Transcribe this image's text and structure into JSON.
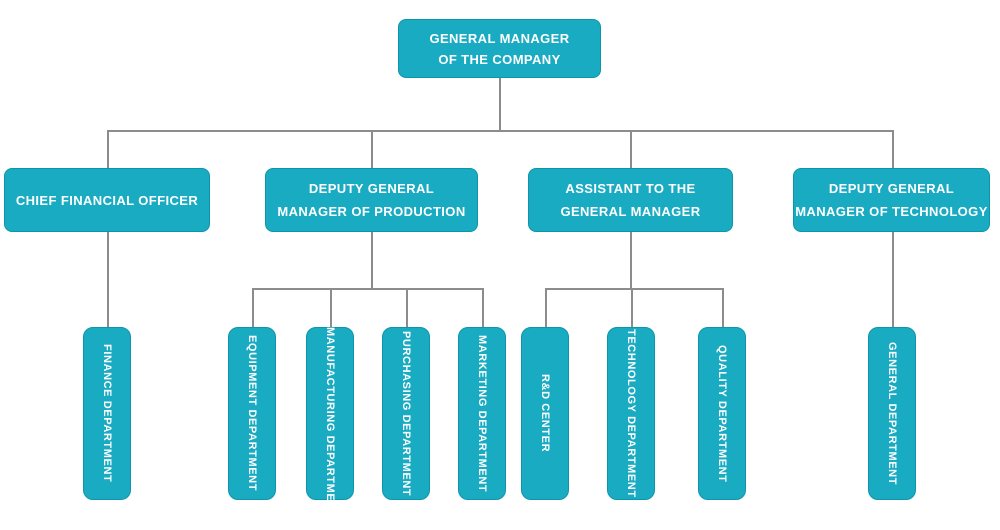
{
  "diagram": {
    "type": "org-chart",
    "nodes": {
      "general_manager": {
        "line1": "GENERAL MANAGER",
        "line2": "OF THE COMPANY"
      },
      "cfo": {
        "line1": "CHIEF FINANCIAL OFFICER"
      },
      "dgm_production": {
        "line1": "DEPUTY GENERAL",
        "line2": "MANAGER OF PRODUCTION"
      },
      "assistant_gm": {
        "line1": "ASSISTANT TO THE",
        "line2": "GENERAL MANAGER"
      },
      "dgm_technology": {
        "line1": "DEPUTY GENERAL",
        "line2": "MANAGER OF TECHNOLOGY"
      },
      "finance": {
        "label": "FINANCE DEPARTMENT"
      },
      "equipment": {
        "label": "EQUIPMENT DEPARTMENT"
      },
      "manufacturing": {
        "label": "MANUFACTURING DEPARTMENT"
      },
      "purchasing": {
        "label": "PURCHASING DEPARTMENT"
      },
      "marketing": {
        "label": "MARKETING DEPARTMENT"
      },
      "rd_center": {
        "label": "R&D CENTER"
      },
      "technology": {
        "label": "TECHNOLOGY DEPARTMENT"
      },
      "quality": {
        "label": "QUALITY DEPARTMENT"
      },
      "general": {
        "label": "GENERAL DEPARTMENT"
      }
    },
    "hierarchy": {
      "GENERAL MANAGER OF THE COMPANY": {
        "CHIEF FINANCIAL OFFICER": [
          "FINANCE DEPARTMENT"
        ],
        "DEPUTY GENERAL MANAGER OF PRODUCTION": [
          "EQUIPMENT DEPARTMENT",
          "MANUFACTURING DEPARTMENT",
          "PURCHASING DEPARTMENT",
          "MARKETING DEPARTMENT"
        ],
        "ASSISTANT TO THE GENERAL MANAGER": [
          "R&D CENTER",
          "TECHNOLOGY DEPARTMENT",
          "QUALITY DEPARTMENT"
        ],
        "DEPUTY GENERAL MANAGER OF TECHNOLOGY": [
          "GENERAL DEPARTMENT"
        ]
      }
    },
    "colors": {
      "node_fill": "#18ABC2",
      "node_border": "#0E95AA",
      "connector": "#8C8C8C",
      "text": "#FFFFFF",
      "background": "#FFFFFF"
    }
  }
}
